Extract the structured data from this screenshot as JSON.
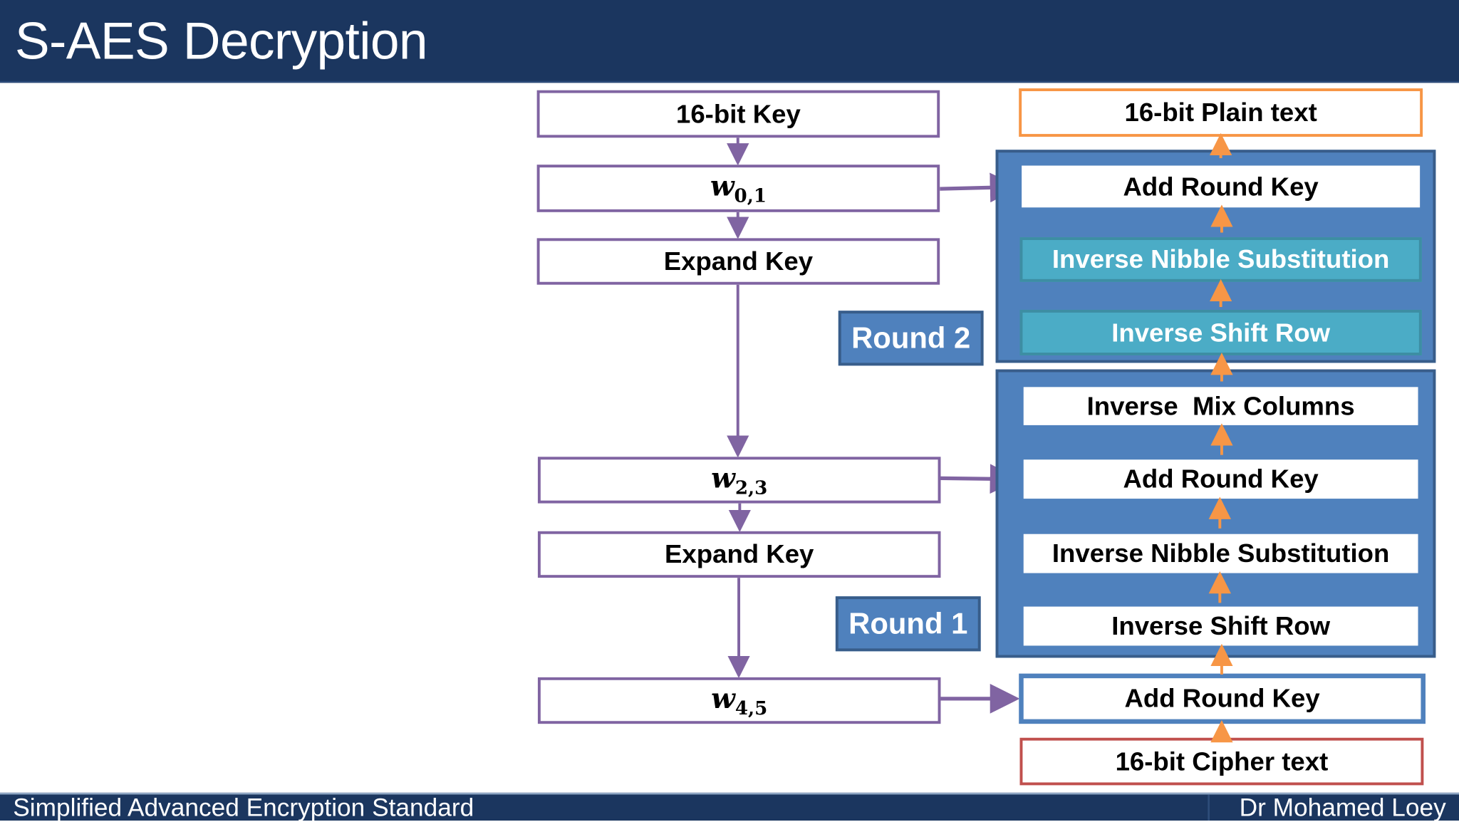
{
  "header": {
    "title": "S-AES Decryption"
  },
  "footer": {
    "left": "Simplified Advanced Encryption Standard",
    "right": "Dr Mohamed Loey"
  },
  "key_schedule": {
    "key": "16-bit Key",
    "w01": {
      "base": "w",
      "sub": "0,1"
    },
    "expand1": "Expand Key",
    "w23": {
      "base": "w",
      "sub": "2,3"
    },
    "expand2": "Expand Key",
    "w45": {
      "base": "w",
      "sub": "4,5"
    }
  },
  "rounds": {
    "round2": "Round 2",
    "round1": "Round 1"
  },
  "decryption": {
    "plaintext": "16-bit Plain text",
    "r2_add_round_key": "Add Round Key",
    "r2_inv_nibble_sub": "Inverse Nibble Substitution",
    "r2_inv_shift_row": "Inverse Shift Row",
    "r1_inv_mix_columns": "Inverse  Mix Columns",
    "r1_add_round_key": "Add Round Key",
    "r1_inv_nibble_sub": "Inverse Nibble Substitution",
    "r1_inv_shift_row": "Inverse Shift Row",
    "initial_add_round_key": "Add Round Key",
    "ciphertext": "16-bit Cipher text"
  },
  "colors": {
    "header": "#1b365f",
    "key_border": "#8064a2",
    "panel": "#4f81bd",
    "teal": "#4bacc6",
    "plaintext_border": "#f79646",
    "ciphertext_border": "#c0504d",
    "flow_arrow": "#f79646"
  }
}
